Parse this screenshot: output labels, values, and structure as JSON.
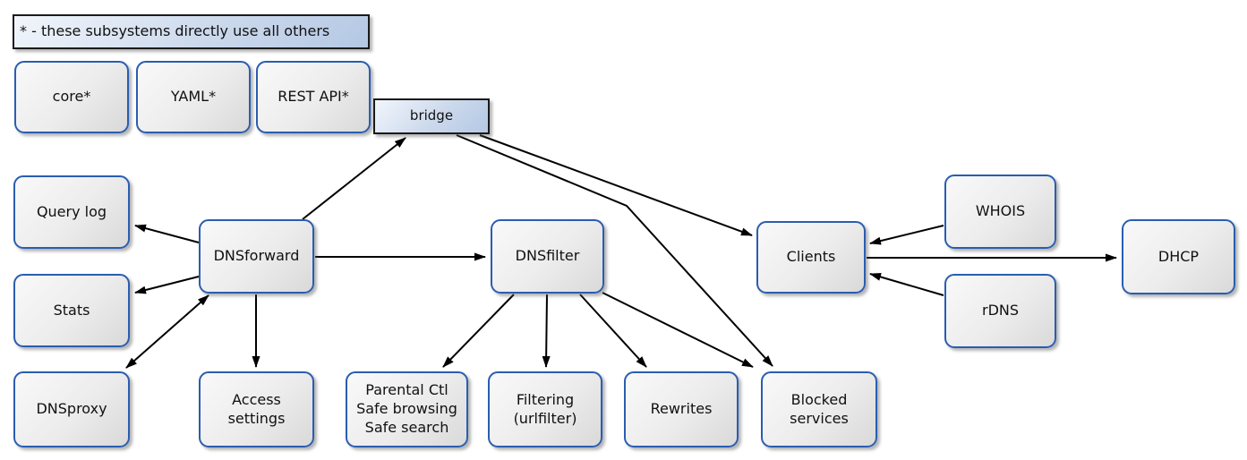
{
  "diagram": {
    "legend": {
      "label": "* - these subsystems directly use all others"
    },
    "colors": {
      "node_border": "#2a5db0",
      "node_fill_light": "#f9f9f9",
      "node_fill_dark": "#d9d9d9",
      "accent_fill_light": "#f2f6fc",
      "accent_fill_dark": "#b4c8e4",
      "accent_border": "#1a1a1a",
      "edge": "#000000"
    },
    "nodes": {
      "core": {
        "label": "core*"
      },
      "yaml": {
        "label": "YAML*"
      },
      "rest_api": {
        "label": "REST API*"
      },
      "bridge": {
        "label": "bridge"
      },
      "query_log": {
        "label": "Query log"
      },
      "stats": {
        "label": "Stats"
      },
      "dnsproxy": {
        "label": "DNSproxy"
      },
      "dnsforward": {
        "label": "DNSforward"
      },
      "access_settings": {
        "label": "Access\nsettings"
      },
      "dnsfilter": {
        "label": "DNSfilter"
      },
      "parental": {
        "label": "Parental Ctl\nSafe browsing\nSafe search"
      },
      "filtering": {
        "label": "Filtering\n(urlfilter)"
      },
      "rewrites": {
        "label": "Rewrites"
      },
      "blocked_services": {
        "label": "Blocked\nservices"
      },
      "clients": {
        "label": "Clients"
      },
      "whois": {
        "label": "WHOIS"
      },
      "rdns": {
        "label": "rDNS"
      },
      "dhcp": {
        "label": "DHCP"
      }
    }
  }
}
